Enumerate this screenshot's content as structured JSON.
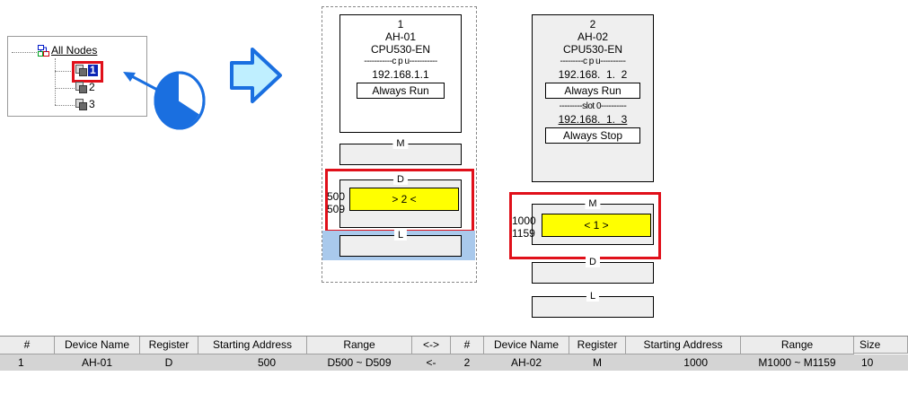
{
  "tree": {
    "root_label": "All Nodes",
    "nodes": [
      "1",
      "2",
      "3"
    ]
  },
  "node1": {
    "number": "1",
    "name": "AH-01",
    "model": "CPU530-EN",
    "sep_cpu": "-----------c p u-----------",
    "ip": "192.168.1.1",
    "mode": "Always Run",
    "blocks": {
      "m": "M",
      "d": "D",
      "l": "L"
    },
    "exchange_label": "> 2 <",
    "addr_start": "500",
    "addr_end": "509"
  },
  "node2": {
    "number": "2",
    "name": "AH-02",
    "model": "CPU530-EN",
    "sep_cpu": "---------c p u----------",
    "ip_cpu": "192.168.  1.  2",
    "mode_cpu": "Always Run",
    "sep_slot": "---------slot 0----------",
    "ip_slot": "192.168.  1.  3",
    "mode_slot": "Always Stop",
    "blocks": {
      "m": "M",
      "d": "D",
      "l": "L"
    },
    "exchange_label": "< 1 >",
    "addr_start": "1000",
    "addr_end": "1159"
  },
  "table": {
    "headers": [
      "#",
      "Device Name",
      "Register",
      "Starting Address",
      "Range",
      "<->",
      "#",
      "Device Name",
      "Register",
      "Starting Address",
      "Range",
      "Size"
    ],
    "row": [
      "1",
      "AH-01",
      "D",
      "500",
      "D500 ~ D509",
      "<-",
      "2",
      "AH-02",
      "M",
      "1000",
      "M1000 ~ M1159",
      "10"
    ]
  },
  "colors": {
    "highlight_red": "#e0101a",
    "exchange_yellow": "#ffff00",
    "arrow_fill": "#bfefff",
    "arrow_stroke": "#1a6fe0",
    "selected_block": "#a9c9ec"
  },
  "icons": [
    "network-tree-icon",
    "plc-node-icon",
    "right-arrow-icon",
    "pie-step-icon"
  ]
}
